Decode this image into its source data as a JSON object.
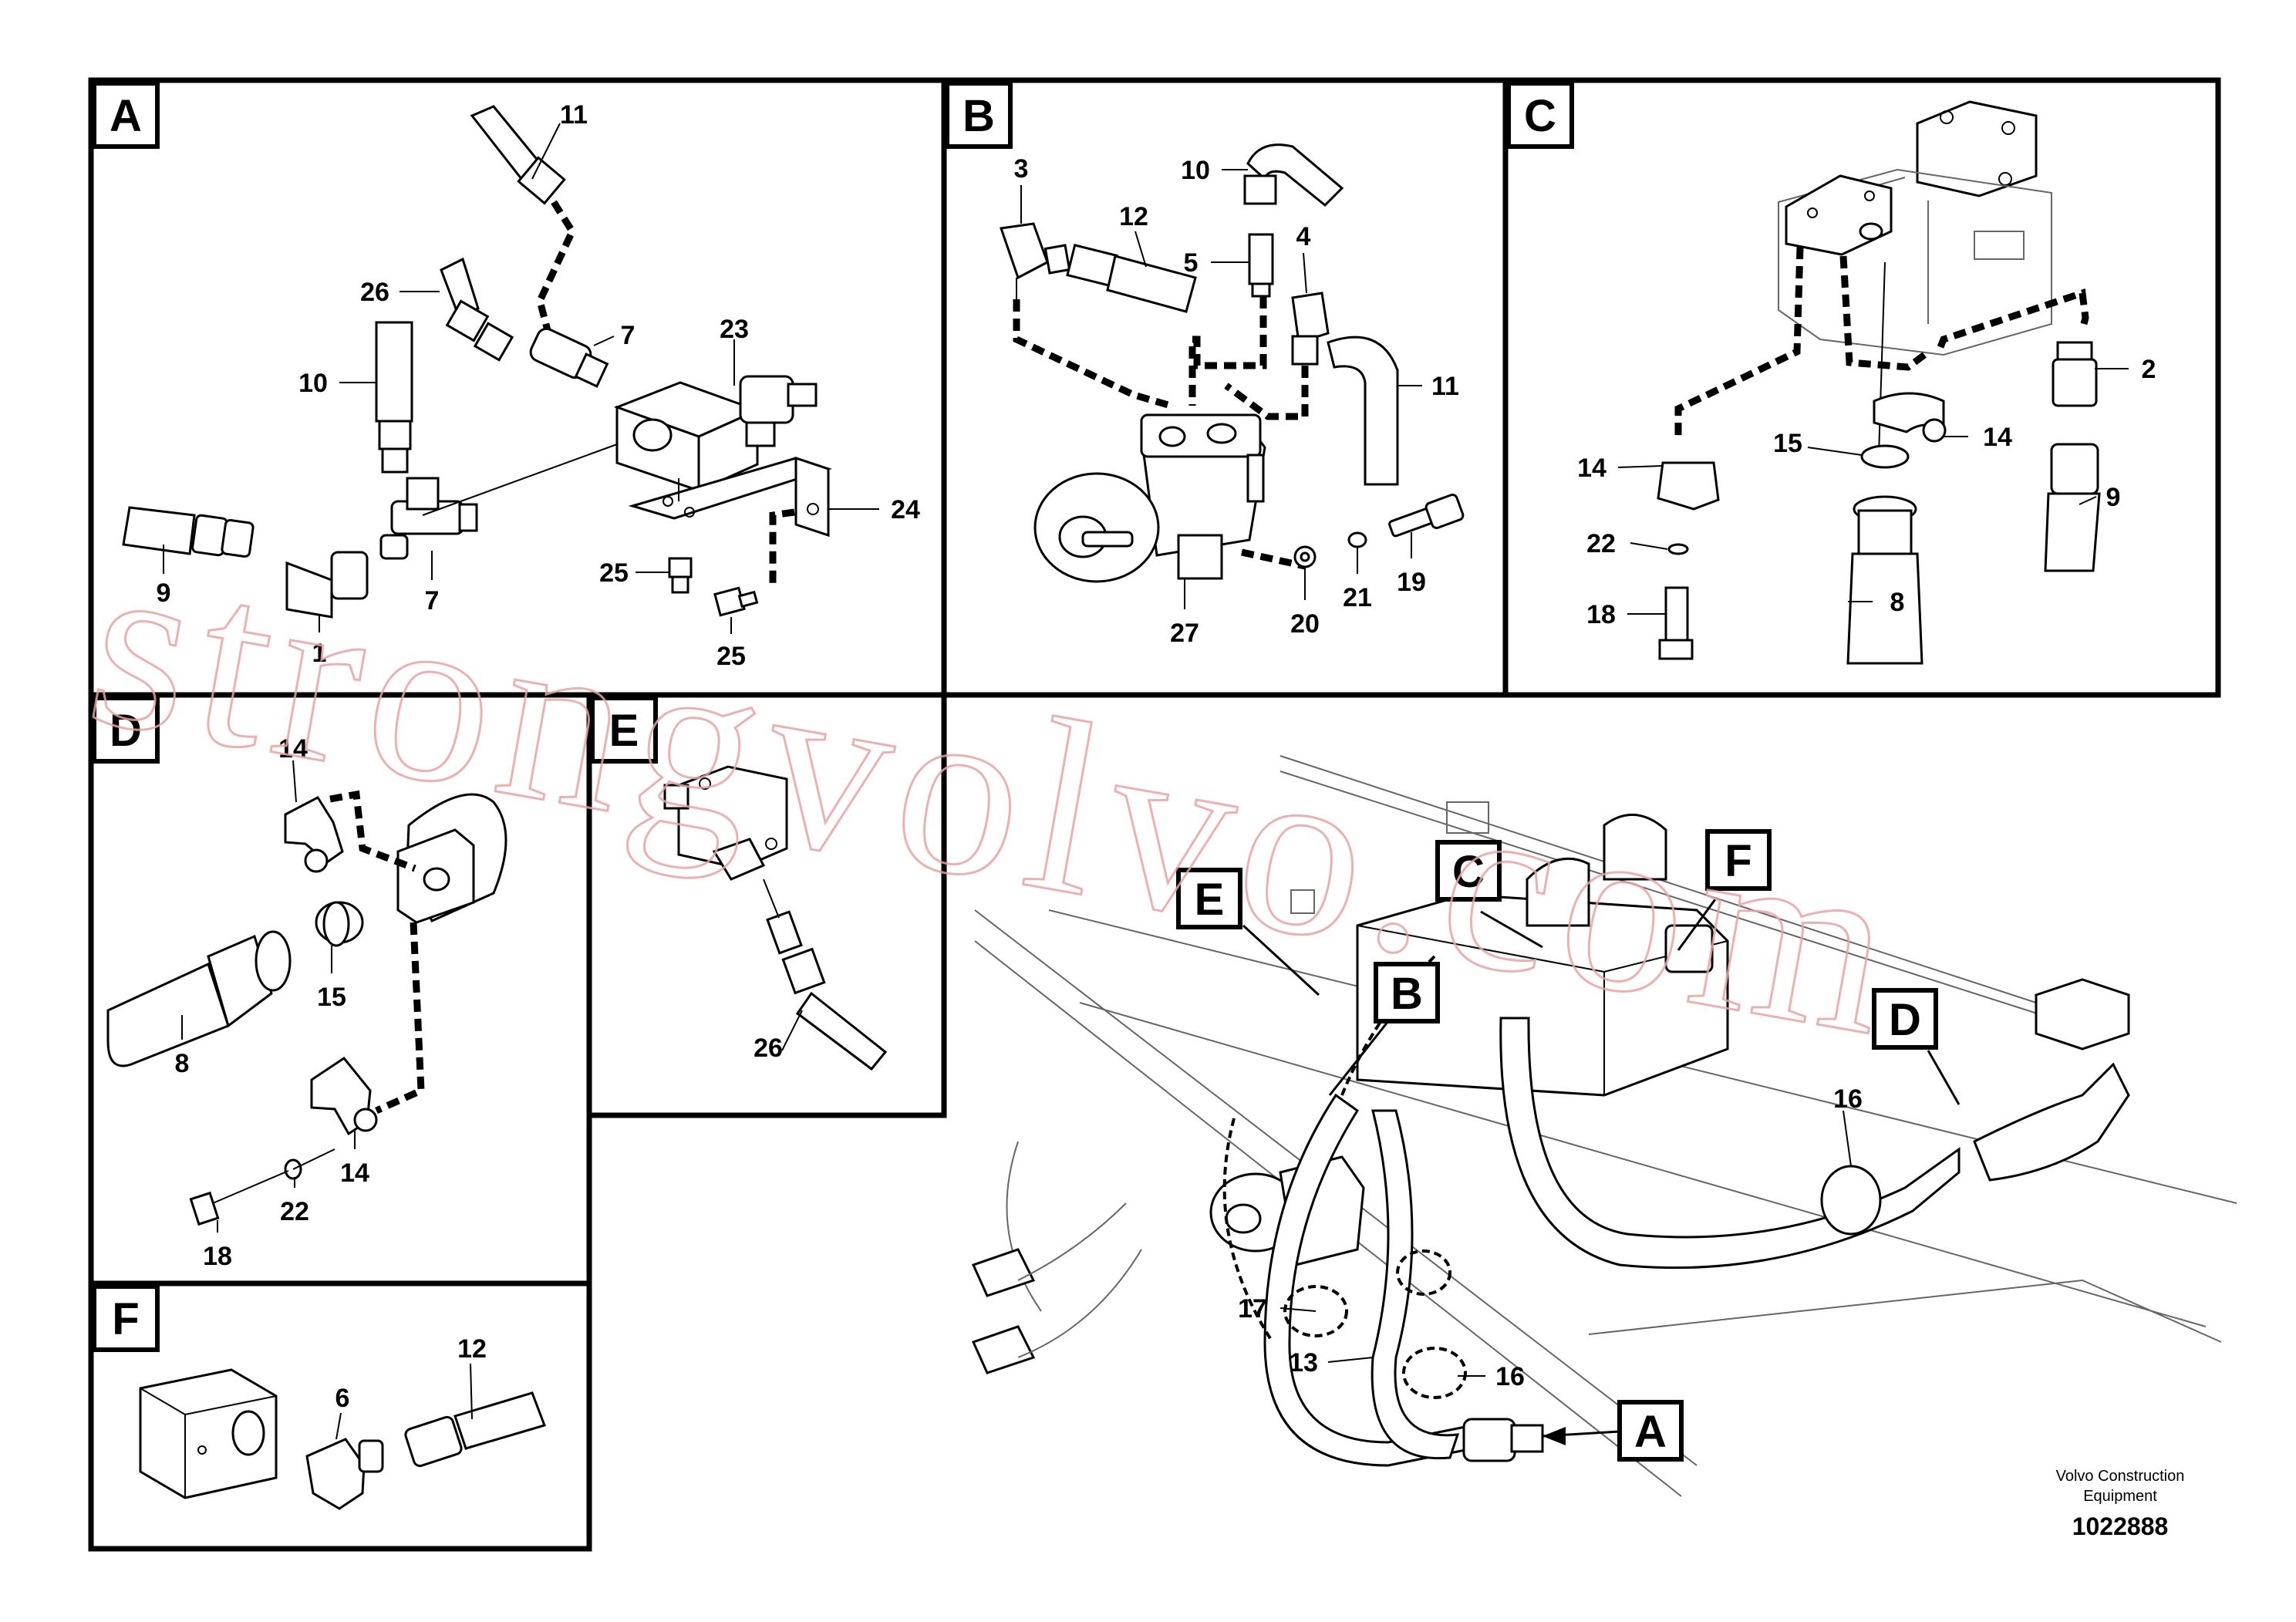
{
  "drawing": {
    "panels": [
      {
        "letter": "A",
        "callouts": [
          "11",
          "26",
          "7",
          "23",
          "10",
          "24",
          "9",
          "25",
          "1",
          "7",
          "25"
        ]
      },
      {
        "letter": "B",
        "callouts": [
          "10",
          "3",
          "12",
          "5",
          "4",
          "11",
          "27",
          "20",
          "21",
          "19"
        ]
      },
      {
        "letter": "C",
        "callouts": [
          "2",
          "15",
          "14",
          "14",
          "9",
          "22",
          "18",
          "8"
        ]
      },
      {
        "letter": "D",
        "callouts": [
          "14",
          "15",
          "8",
          "22",
          "14",
          "18"
        ]
      },
      {
        "letter": "E",
        "callouts": [
          "26"
        ]
      },
      {
        "letter": "F",
        "callouts": [
          "6",
          "12"
        ]
      }
    ],
    "overview": {
      "tags": [
        "E",
        "C",
        "F",
        "B",
        "D",
        "A"
      ],
      "callouts": [
        "17",
        "13",
        "16",
        "16"
      ]
    }
  },
  "watermark": "strongvolvo.com",
  "footer": {
    "company_line1": "Volvo Construction",
    "company_line2": "Equipment",
    "drawing_number": "1022888"
  }
}
